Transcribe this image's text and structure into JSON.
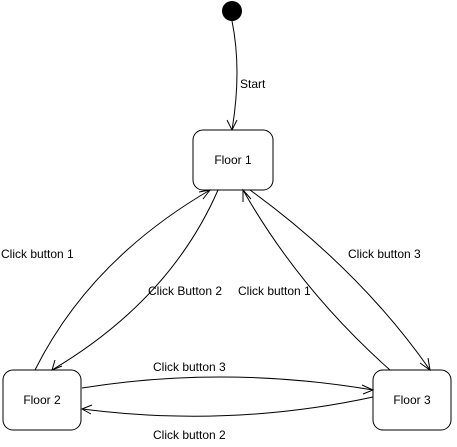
{
  "states": {
    "floor1": {
      "label": "Floor 1"
    },
    "floor2": {
      "label": "Floor 2"
    },
    "floor3": {
      "label": "Floor 3"
    }
  },
  "transitions": {
    "start": {
      "label": "Start"
    },
    "f1_to_f2": {
      "label": "Click button 1"
    },
    "f2_to_f1": {
      "label": "Click Button 2"
    },
    "f3_to_f1": {
      "label": "Click button 1"
    },
    "f1_to_f3": {
      "label": "Click button 3"
    },
    "f2_to_f3": {
      "label": "Click button 3"
    },
    "f3_to_f2": {
      "label": "Click button 2"
    }
  }
}
